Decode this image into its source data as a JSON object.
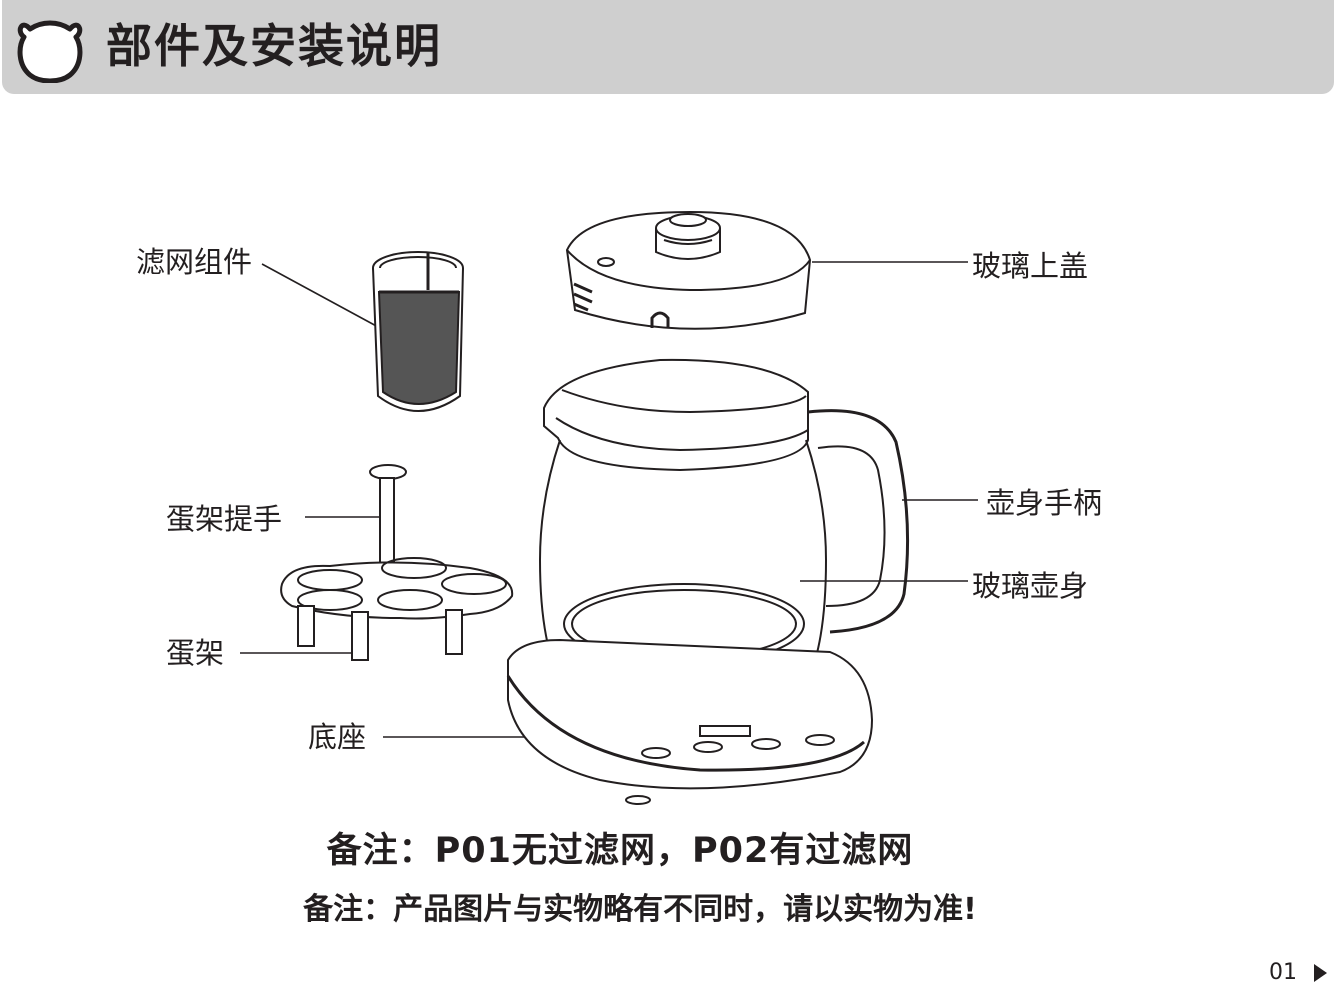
{
  "header": {
    "title": "部件及安装说明",
    "logo_icon": "bear-head-icon",
    "background": "#cfcfcf"
  },
  "parts": {
    "filter": "滤网组件",
    "lid": "玻璃上盖",
    "egg_handle": "蛋架提手",
    "handle": "壶身手柄",
    "body": "玻璃壶身",
    "egg_rack": "蛋架",
    "base": "底座"
  },
  "notes": {
    "models": "备注：P01无过滤网，P02有过滤网",
    "disclaimer": "备注：产品图片与实物略有不同时，请以实物为准!"
  },
  "footer": {
    "page_number": "01",
    "next_icon": "triangle-right-icon"
  }
}
